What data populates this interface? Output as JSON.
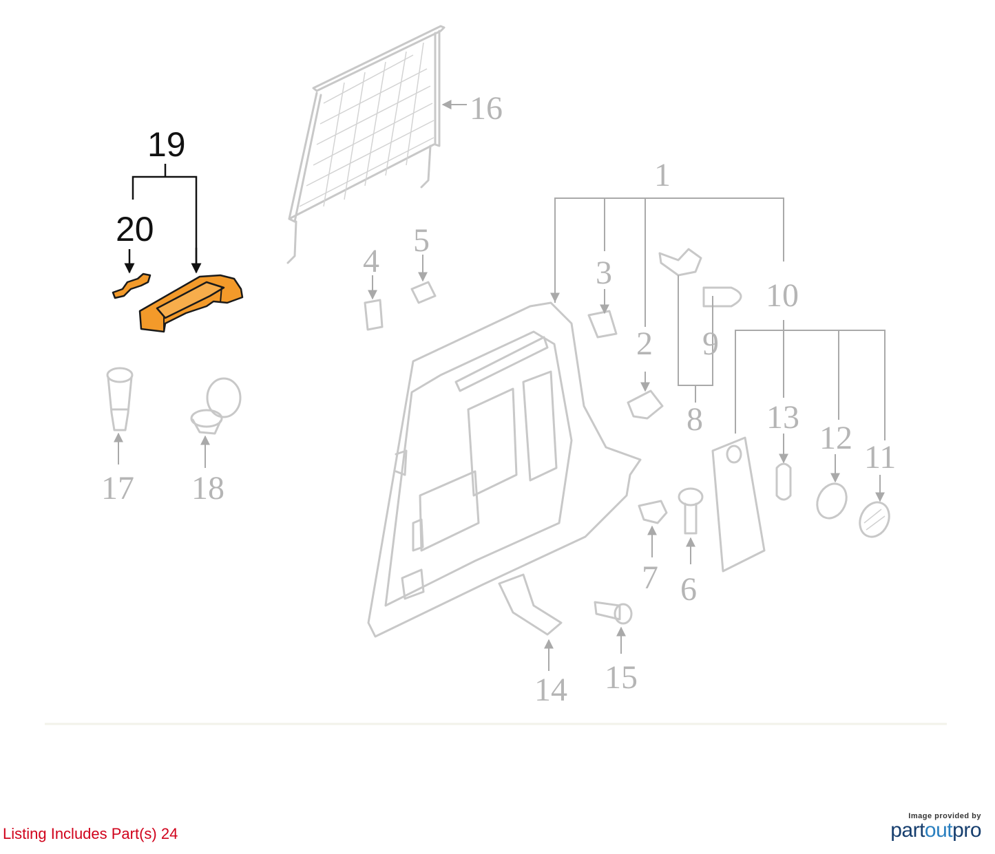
{
  "callouts": {
    "c1": "1",
    "c2": "2",
    "c3": "3",
    "c4": "4",
    "c5": "5",
    "c6": "6",
    "c7": "7",
    "c8": "8",
    "c9": "9",
    "c10": "10",
    "c11": "11",
    "c12": "12",
    "c13": "13",
    "c14": "14",
    "c15": "15",
    "c16": "16",
    "c17": "17",
    "c18": "18",
    "c19": "19",
    "c20": "20"
  },
  "highlighted_parts": [
    "19",
    "20"
  ],
  "colors": {
    "highlight": "#f39a2a",
    "listing_text": "#d0021b",
    "brand": "#163e6e"
  },
  "footer": {
    "listing_note": "Listing Includes Part(s) 24",
    "brand_caption": "Image provided by",
    "brand_part1": "part",
    "brand_part2": "out",
    "brand_part3": "pro"
  }
}
